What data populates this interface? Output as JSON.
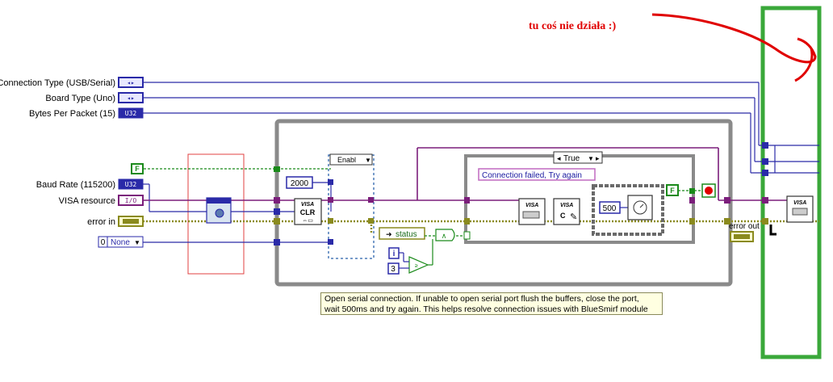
{
  "annotation": "tu coś nie działa :)",
  "controls": {
    "connection_type": "Connection Type (USB/Serial)",
    "board_type": "Board Type (Uno)",
    "bytes_per_packet": "Bytes Per Packet (15)",
    "baud_rate": "Baud Rate (115200)",
    "visa_resource": "VISA resource",
    "error_in": "error in",
    "none_value": "0",
    "none_label": "None"
  },
  "terminals": {
    "u32": "U32",
    "io": "I/O",
    "false_const": "F",
    "iter": "i"
  },
  "constants": {
    "timeout": "2000",
    "wait_ms": "500",
    "retry_count": "3",
    "status": "status"
  },
  "case_structure": {
    "selector": "True",
    "enable_selector": "Enabl",
    "message": "Connection failed, Try again"
  },
  "nodes": {
    "visa": "VISA",
    "clr": "CLR",
    "close_c": "C"
  },
  "error_out": "error out",
  "comment": {
    "line1": "Open serial connection.  If unable to open serial port flush the buffers, close the port,",
    "line2": "wait 500ms and try again.  This helps resolve connection issues with BlueSmirf module"
  },
  "colors": {
    "wire_int": "#2a2aa8",
    "wire_visa": "#7b1e7b",
    "wire_error": "#8a8a1e",
    "wire_bool": "#1a8a1a",
    "annotation": "#e00000",
    "frame": "#9a9a9a",
    "sequence_green": "#3aa83a"
  }
}
